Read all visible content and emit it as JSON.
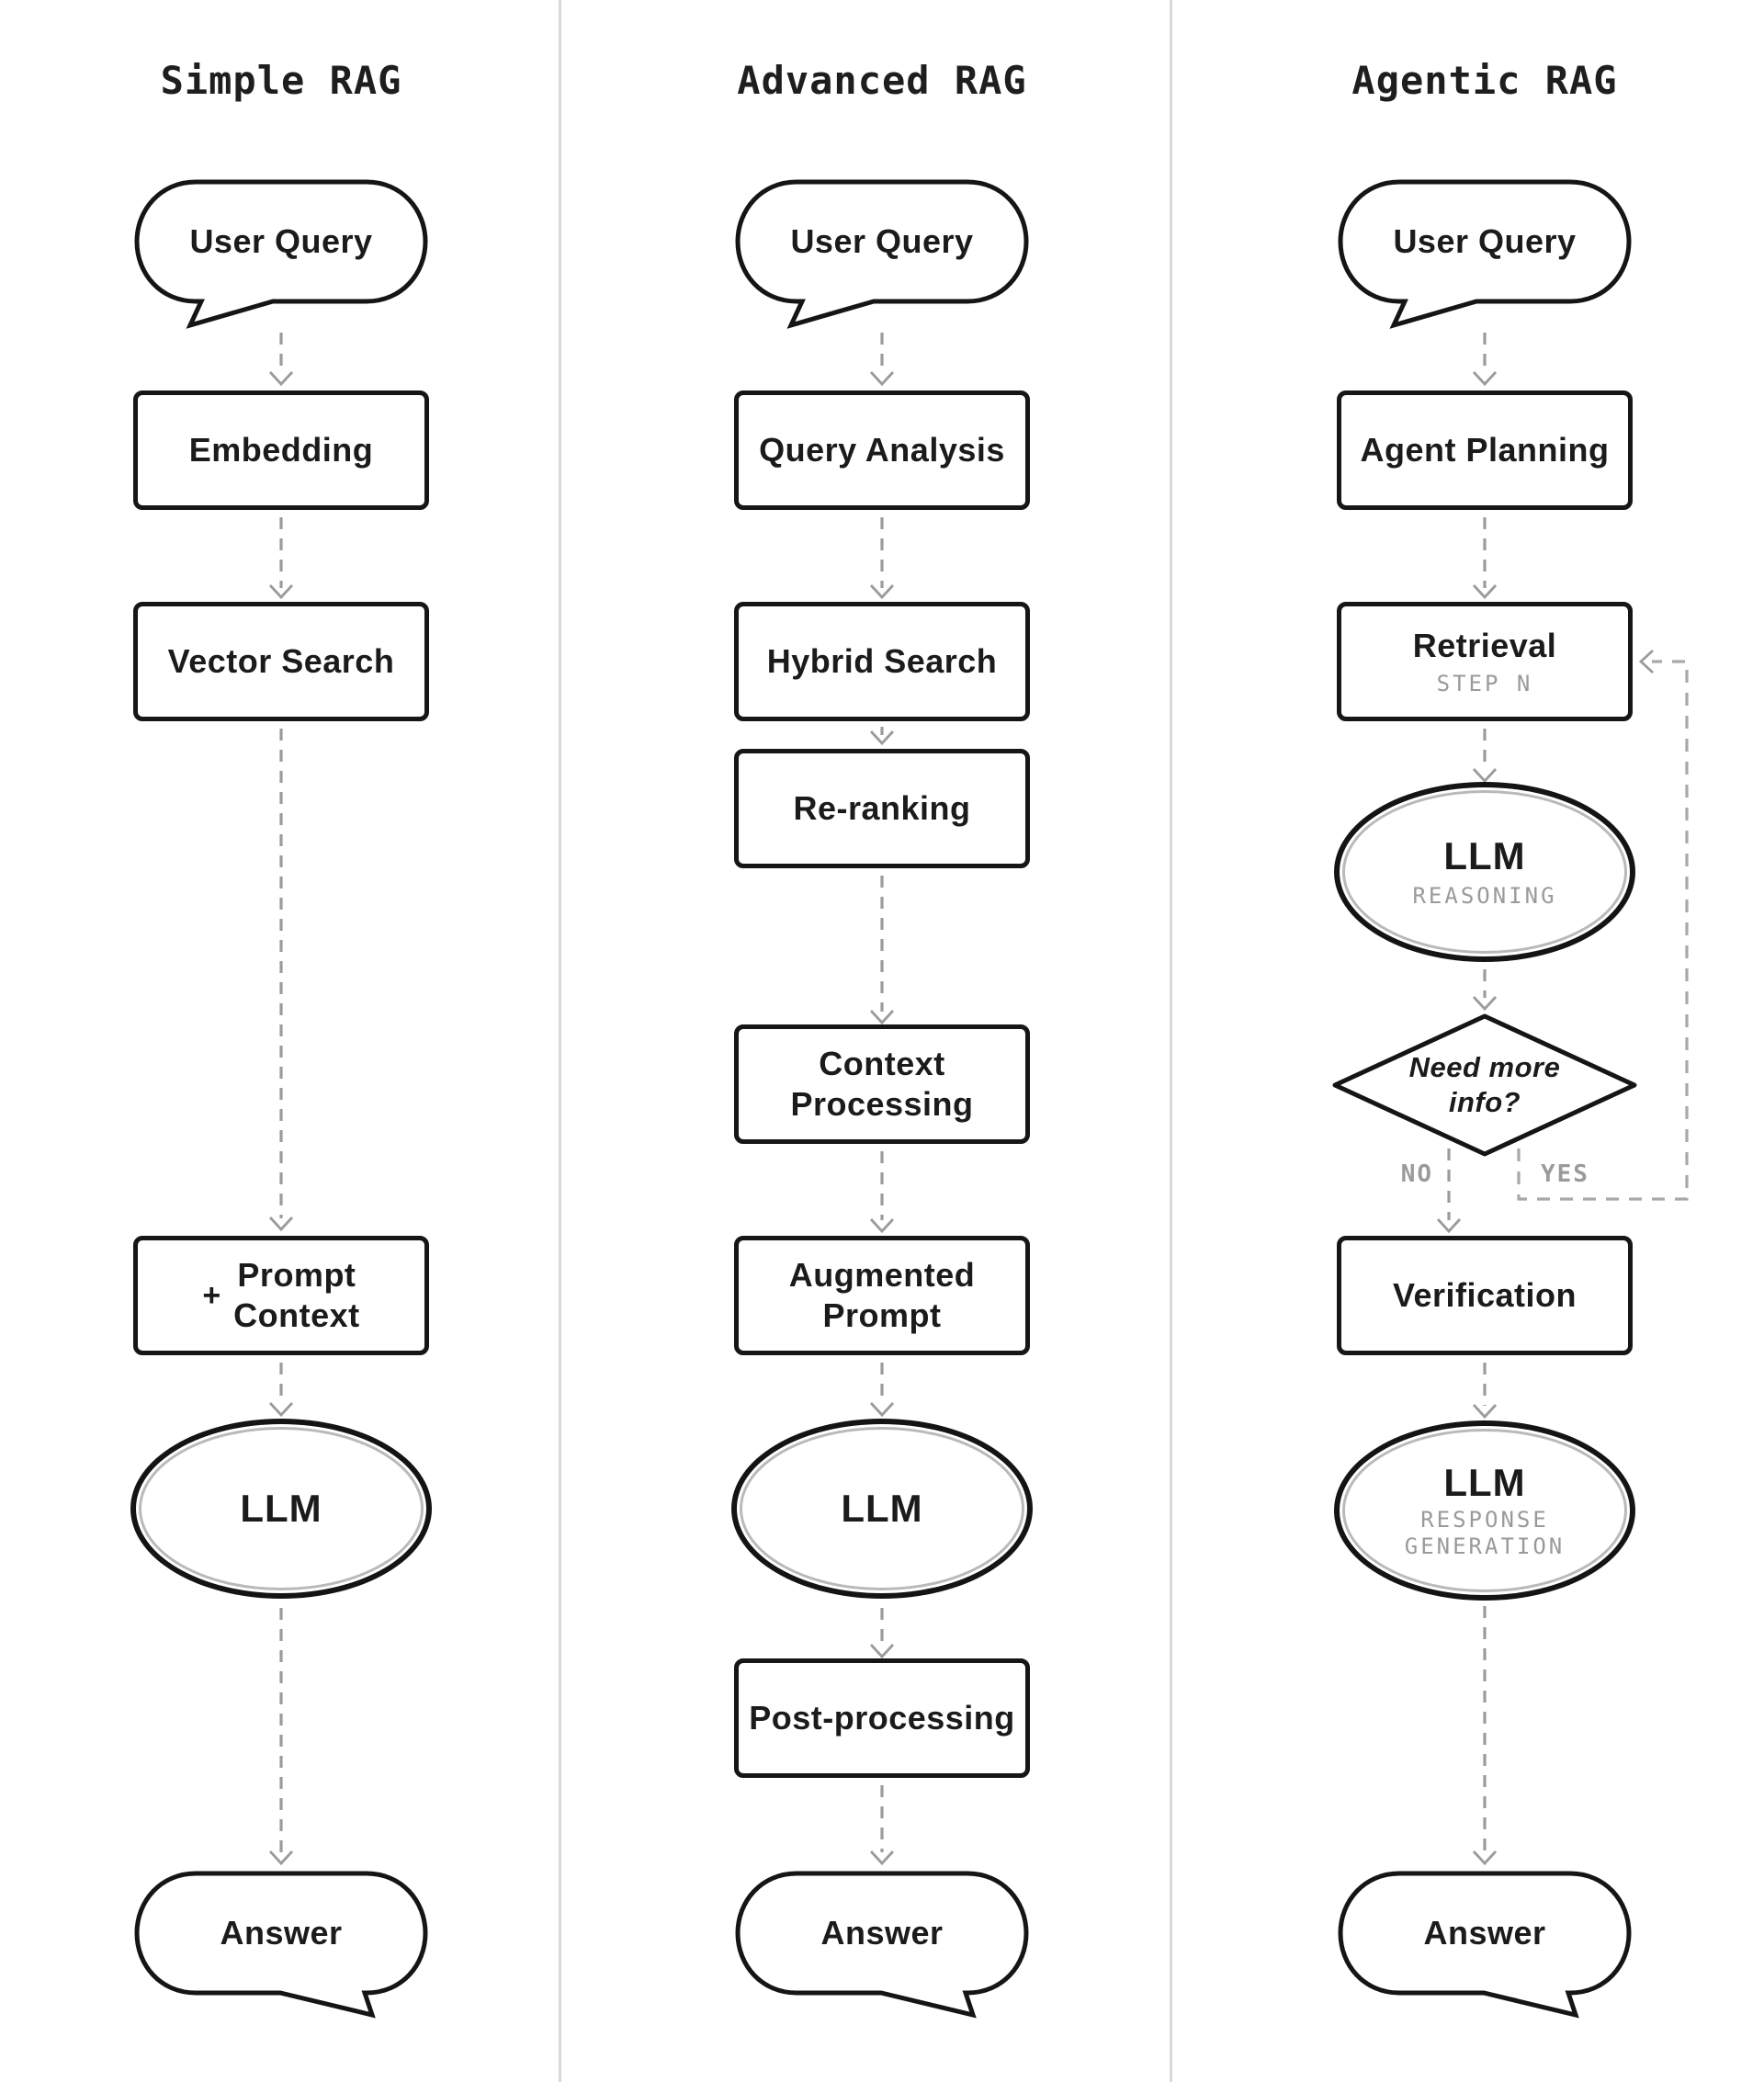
{
  "colors": {
    "ink": "#1b1b1b",
    "shape_border": "#161616",
    "arrow_gray": "#9b9b9b",
    "feedback_gray": "#a8a8a8",
    "muted_text": "#9a9a9a",
    "ellipse_inner_ring": "#b9b9b9",
    "divider": "#d9d9d9"
  },
  "simple": {
    "title": "Simple RAG",
    "user_query": "User Query",
    "embedding": "Embedding",
    "vector_search": "Vector Search",
    "plus": "+",
    "prompt_context": "Prompt\nContext",
    "llm": "LLM",
    "answer": "Answer"
  },
  "advanced": {
    "title": "Advanced RAG",
    "user_query": "User Query",
    "query_analysis": "Query Analysis",
    "hybrid_search": "Hybrid Search",
    "reranking": "Re-ranking",
    "context_processing": "Context\nProcessing",
    "augmented_prompt": "Augmented\nPrompt",
    "llm": "LLM",
    "post_processing": "Post-processing",
    "answer": "Answer"
  },
  "agentic": {
    "title": "Agentic RAG",
    "user_query": "User Query",
    "agent_planning": "Agent Planning",
    "retrieval": "Retrieval",
    "retrieval_step": "STEP N",
    "llm_reasoning": "LLM",
    "llm_reasoning_mode": "REASONING",
    "decision": "Need more\ninfo?",
    "branch_no": "NO",
    "branch_yes": "YES",
    "verification": "Verification",
    "llm_response": "LLM",
    "llm_response_mode": "RESPONSE\nGENERATION",
    "answer": "Answer"
  }
}
